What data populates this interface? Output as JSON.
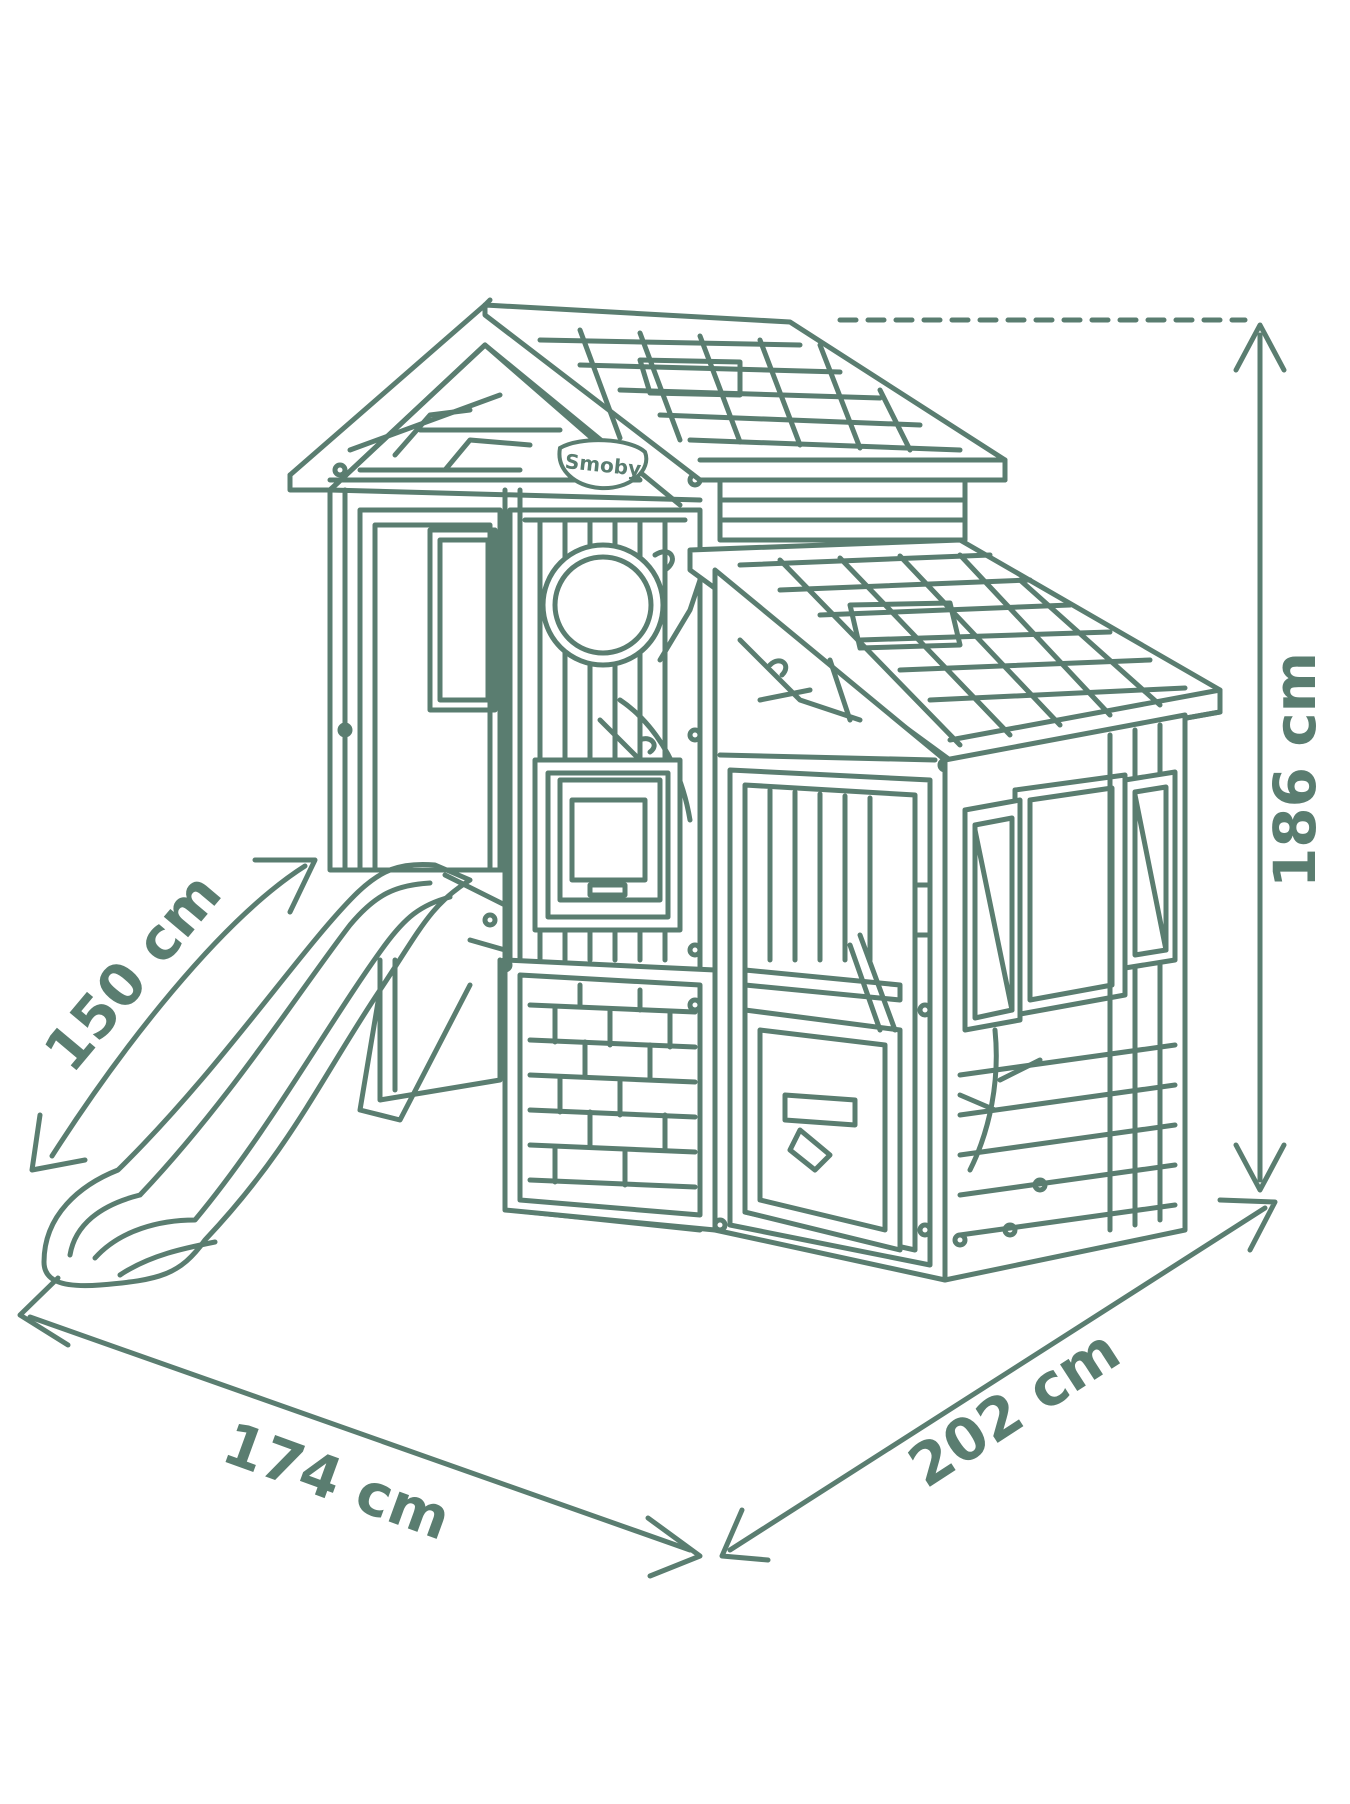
{
  "brand": {
    "logo_text": "Smoby"
  },
  "colors": {
    "line": "#5a7d70",
    "fill": "#ffffff"
  },
  "dimensions": {
    "height": "186 cm",
    "slide_length": "150 cm",
    "width": "174 cm",
    "depth": "202 cm"
  }
}
